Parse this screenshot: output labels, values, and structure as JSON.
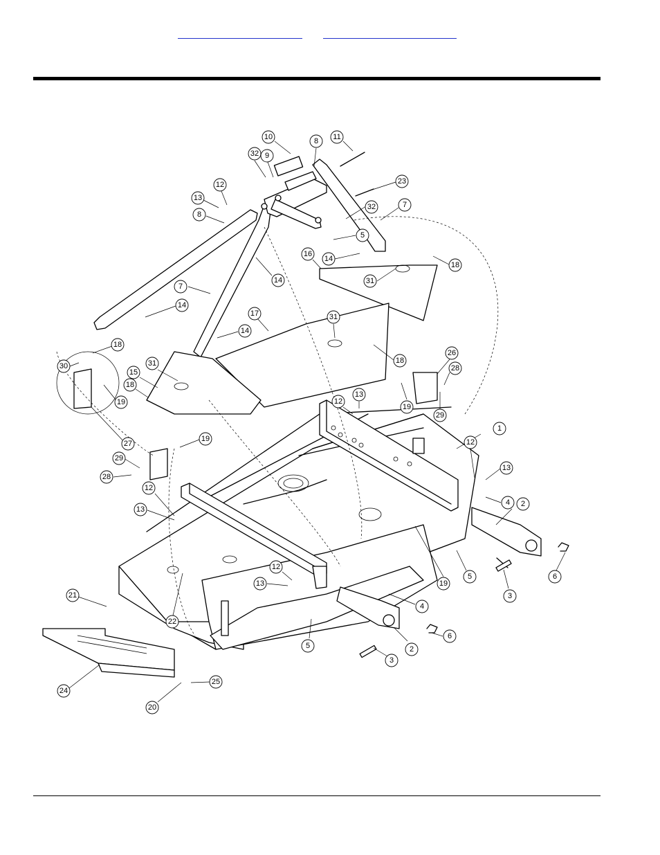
{
  "header": {
    "links": [
      "",
      ""
    ]
  },
  "diagram": {
    "callouts": [
      "1",
      "2",
      "2",
      "3",
      "3",
      "4",
      "4",
      "5",
      "5",
      "5",
      "6",
      "6",
      "7",
      "7",
      "8",
      "8",
      "9",
      "10",
      "11",
      "12",
      "12",
      "12",
      "12",
      "12",
      "13",
      "13",
      "13",
      "13",
      "13",
      "14",
      "14",
      "14",
      "14",
      "15",
      "16",
      "17",
      "18",
      "18",
      "18",
      "18",
      "19",
      "19",
      "19",
      "19",
      "20",
      "21",
      "22",
      "23",
      "24",
      "25",
      "26",
      "27",
      "28",
      "28",
      "29",
      "29",
      "30",
      "31",
      "31",
      "31",
      "32",
      "32"
    ]
  }
}
